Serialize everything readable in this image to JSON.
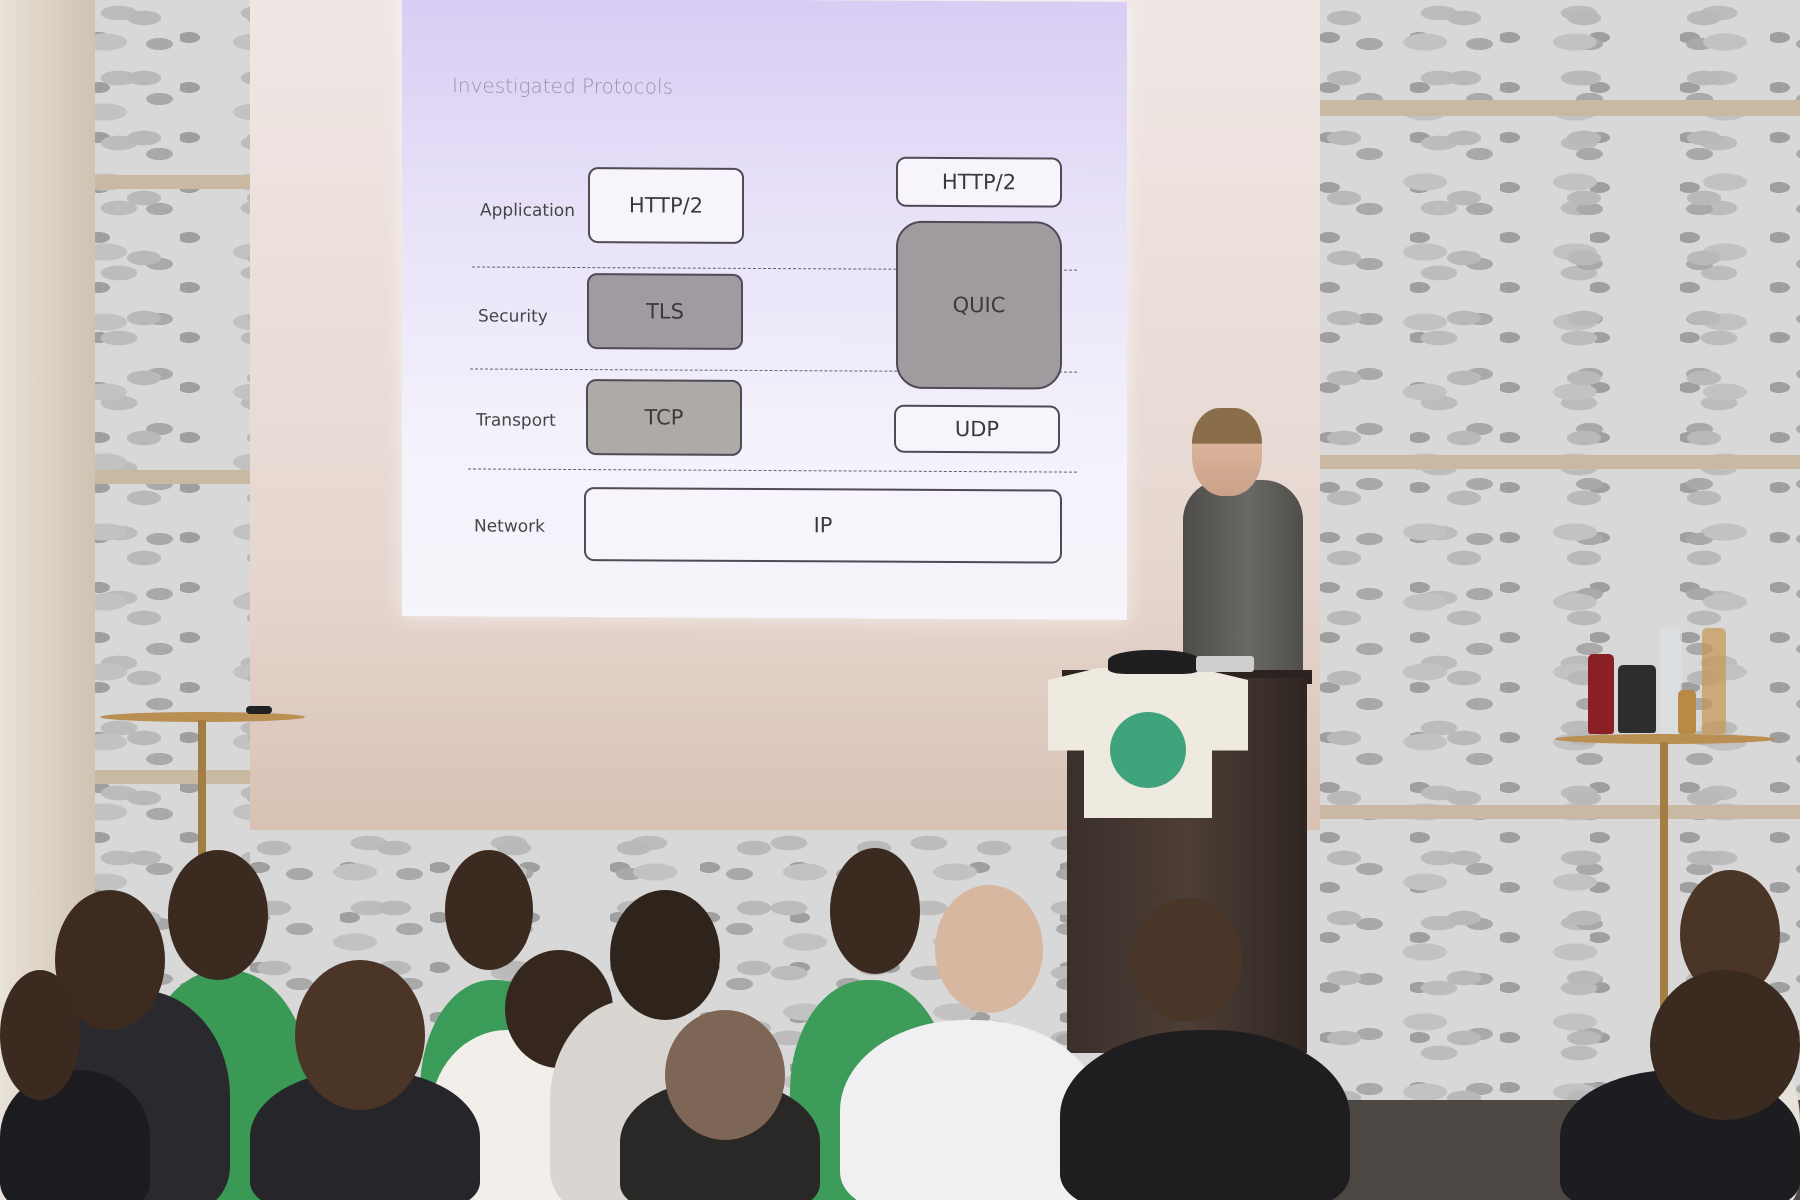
{
  "slide": {
    "title": "Investigated Protocols",
    "layers": [
      "Application",
      "Security",
      "Transport",
      "Network"
    ],
    "left_stack": {
      "application": "HTTP/2",
      "security": "TLS",
      "transport": "TCP"
    },
    "right_stack": {
      "application": "HTTP/2",
      "security_transport": "QUIC",
      "transport": "UDP"
    },
    "network": "IP"
  },
  "colors": {
    "slide_top": "#d8cdf4",
    "shaded_box": "#a29aa3",
    "tshirt_logo": "#3fa37b",
    "audience_shirt": "#3f9a57"
  }
}
